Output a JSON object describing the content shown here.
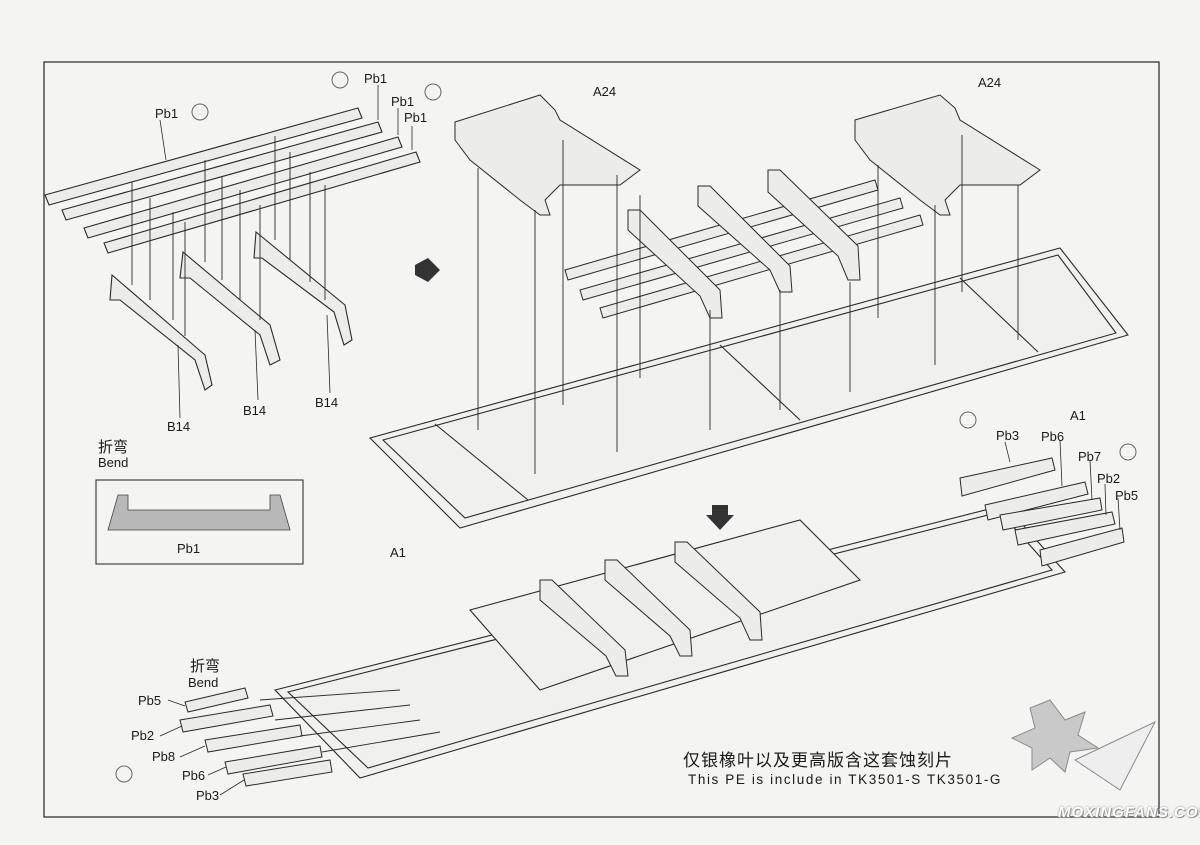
{
  "parts": {
    "pb1_top": "Pb1",
    "pb1_left": "Pb1",
    "pb1_r1": "Pb1",
    "pb1_r2": "Pb1",
    "b14_a": "B14",
    "b14_b": "B14",
    "b14_c": "B14",
    "a24_left": "A24",
    "a24_right": "A24",
    "a1_right": "A1",
    "a1_left": "A1",
    "pb3_right": "Pb3",
    "pb6_right": "Pb6",
    "pb7_right": "Pb7",
    "pb2_right": "Pb2",
    "pb5_right": "Pb5",
    "pb5_left": "Pb5",
    "pb2_left": "Pb2",
    "pb8_left": "Pb8",
    "pb6_left": "Pb6",
    "pb3_left": "Pb3"
  },
  "bend_note": {
    "cn": "折弯",
    "en": "Bend"
  },
  "bend_note_lower": {
    "cn": "折弯",
    "en": "Bend"
  },
  "bend_box_label": "Pb1",
  "footer": {
    "cn": "仅银橡叶以及更高版含这套蚀刻片",
    "en": "This PE is include in TK3501-S TK3501-G"
  },
  "watermark": "MOXINGFANS.COM",
  "colors": {
    "line": "#2a2a2a",
    "paper": "#f4f4f2",
    "part_fill": "#e8e8e6",
    "bend_fill": "#b8b8b8"
  }
}
